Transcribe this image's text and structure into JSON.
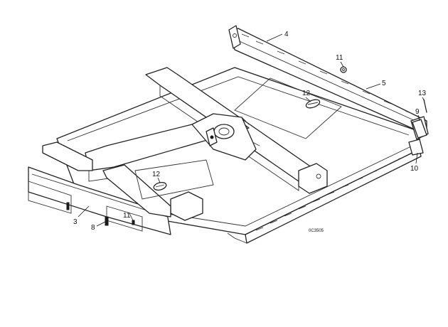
{
  "drawing": {
    "code": "0C3505",
    "callouts": [
      {
        "id": "c4",
        "label": "4"
      },
      {
        "id": "c11a",
        "label": "11"
      },
      {
        "id": "c5",
        "label": "5"
      },
      {
        "id": "c12a",
        "label": "12"
      },
      {
        "id": "c13",
        "label": "13"
      },
      {
        "id": "c9",
        "label": "9"
      },
      {
        "id": "c10",
        "label": "10"
      },
      {
        "id": "c12b",
        "label": "12"
      },
      {
        "id": "c3",
        "label": "3"
      },
      {
        "id": "c8",
        "label": "8"
      },
      {
        "id": "c11b",
        "label": "11"
      }
    ]
  }
}
